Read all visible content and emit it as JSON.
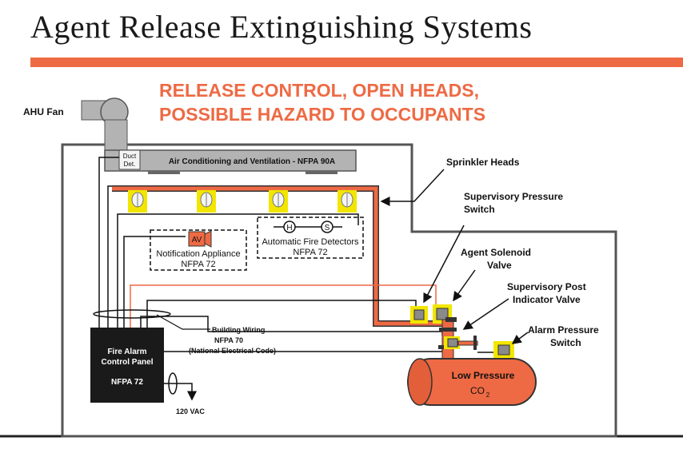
{
  "title": "Agent Release Extinguishing Systems",
  "subtitle": {
    "line1": "RELEASE CONTROL, OPEN HEADS,",
    "line2": "POSSIBLE HAZARD TO OCCUPANTS"
  },
  "colors": {
    "accent": "#ee6a44",
    "pipe": "#ee6a44",
    "device_yellow": "#f2e600",
    "panel": "#1a1a1a",
    "duct": "#b3b3b3"
  },
  "labels": {
    "ahu_fan": "AHU Fan",
    "duct_det_1": "Duct",
    "duct_det_2": "Det.",
    "hvac": "Air Conditioning and Ventilation - NFPA 90A",
    "sprinkler_heads": "Sprinkler Heads",
    "supervisory_pressure_switch_1": "Supervisory Pressure",
    "supervisory_pressure_switch_2": "Switch",
    "agent_solenoid_1": "Agent Solenoid",
    "agent_solenoid_2": "Valve",
    "supervisory_post_1": "Supervisory Post",
    "supervisory_post_2": "Indicator Valve",
    "alarm_pressure_1": "Alarm Pressure",
    "alarm_pressure_2": "Switch",
    "notification_1": "Notification Appliance",
    "notification_2": "NFPA 72",
    "av_symbol": "AV",
    "detectors_1": "Automatic Fire Detectors",
    "detectors_2": "NFPA 72",
    "heat_symbol": "H",
    "smoke_symbol": "S",
    "building_wiring_1": "Building Wiring",
    "building_wiring_2": "NFPA 70",
    "building_wiring_3": "(National Electrical Code)",
    "facp_1": "Fire Alarm",
    "facp_2": "Control Panel",
    "facp_3": "NFPA 72",
    "vac": "120 VAC",
    "tank_1": "Low Pressure",
    "tank_2": "CO",
    "tank_2_sub": "2"
  }
}
